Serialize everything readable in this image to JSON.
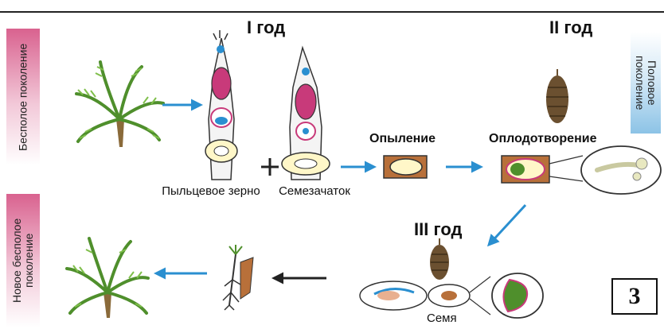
{
  "labels": {
    "asexual_generation": "Бесполое поколение",
    "sexual_generation": "Половое поколение",
    "new_asexual_generation": "Новое бесполое поколение"
  },
  "years": {
    "first": "I год",
    "second": "II год",
    "third": "III год"
  },
  "captions": {
    "pollen_grain": "Пыльцевое зерно",
    "ovule": "Семезачаток",
    "pollination": "Опыление",
    "fertilization": "Оплодотворение",
    "seed": "Семя"
  },
  "figure_number": "3",
  "colors": {
    "arrow": "#2a8fd0",
    "asexual_band": "#d9628f",
    "sexual_band": "#8cc3e6",
    "plant_green": "#4f8f2c",
    "pink_tissue": "#c83a7a",
    "cone_brown": "#6b5030"
  },
  "icons": [
    "cycad-plant",
    "strobilus",
    "ovule",
    "cone",
    "pollen-tube",
    "seedling",
    "arrow"
  ]
}
